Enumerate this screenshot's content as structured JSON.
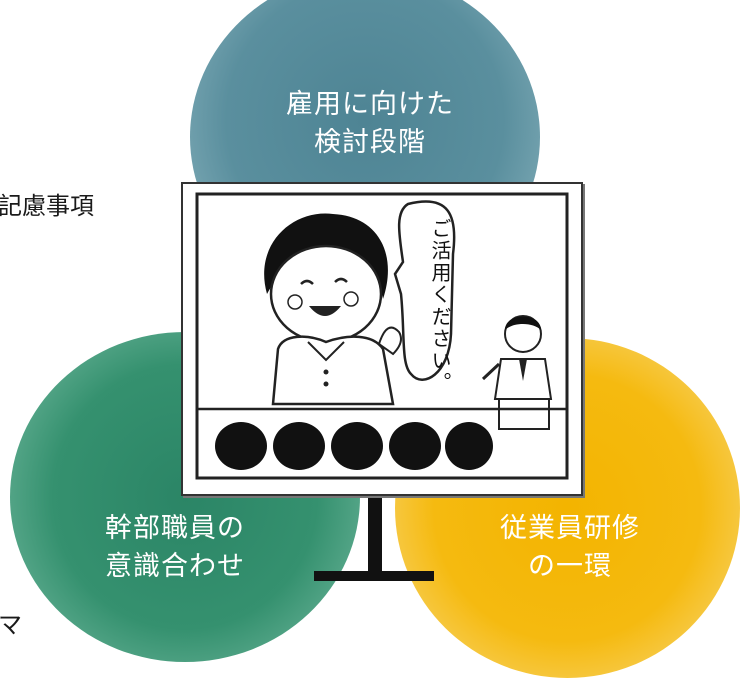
{
  "circles": {
    "top": {
      "line1": "雇用に向けた",
      "line2": "検討段階",
      "color": "#5a8f9e"
    },
    "left": {
      "line1": "幹部職員の",
      "line2": "意識合わせ",
      "color": "#35916f"
    },
    "right": {
      "line1": "従業員研修",
      "line2": "の一環",
      "color": "#f5ba10"
    }
  },
  "side_text": {
    "upper": "記慮事項",
    "lower": "マ"
  },
  "illustration": {
    "speech_bubble": "ご活用ください。"
  }
}
